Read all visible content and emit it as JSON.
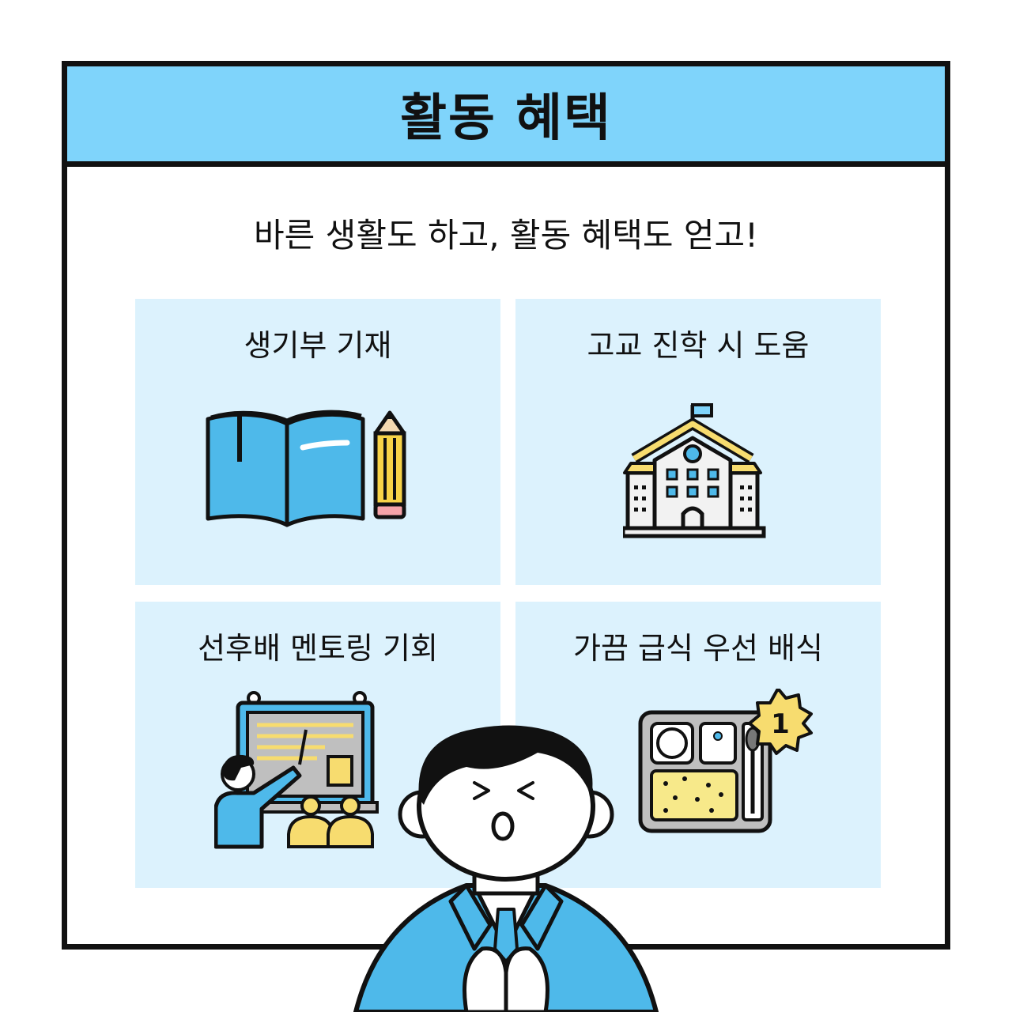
{
  "header": {
    "title": "활동 혜택"
  },
  "subtitle": "바른 생활도 하고, 활동 혜택도 얻고!",
  "benefits": [
    {
      "label": "생기부 기재",
      "icon": "book-pencil-icon"
    },
    {
      "label": "고교 진학 시 도움",
      "icon": "school-building-icon"
    },
    {
      "label": "선후배 멘토링 기회",
      "icon": "mentoring-presentation-icon"
    },
    {
      "label": "가끔 급식 우선 배식",
      "icon": "lunch-tray-first-icon"
    }
  ],
  "badge_number": "1",
  "colors": {
    "header_bg": "#7fd4fb",
    "card_bg": "#dcf2fd",
    "accent_blue": "#4eb9ea",
    "accent_yellow": "#f7dc6f",
    "outline": "#111111"
  }
}
